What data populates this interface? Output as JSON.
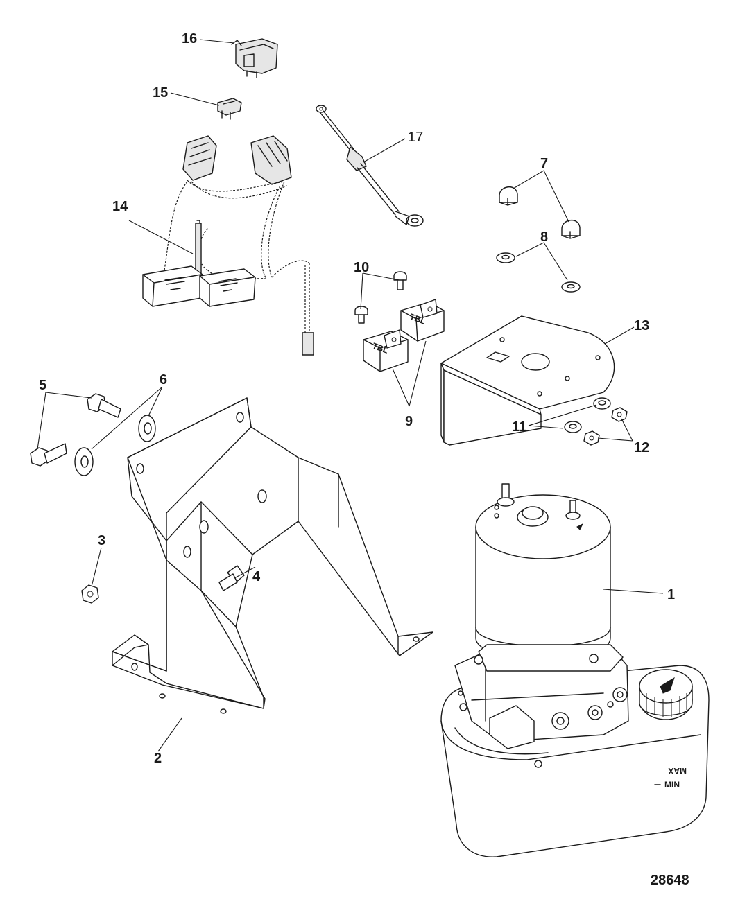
{
  "diagram": {
    "callouts": [
      "1",
      "2",
      "3",
      "4",
      "5",
      "6",
      "7",
      "8",
      "9",
      "10",
      "11",
      "12",
      "13",
      "14",
      "15",
      "16",
      "17"
    ],
    "figure_number": "28648",
    "reservoir_labels": {
      "max": "MAX",
      "min": "MIN"
    }
  }
}
